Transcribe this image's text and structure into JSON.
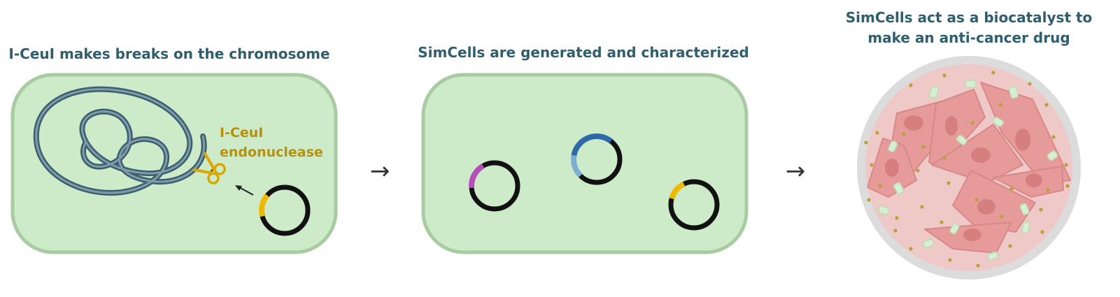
{
  "panels": [
    {
      "title": "I-CeuI makes breaks on the chromosome",
      "enzyme_label_line1": "I-CeuI",
      "enzyme_label_line2": "endonuclease"
    },
    {
      "title": "SimCells are generated and characterized"
    },
    {
      "title_line1": "SimCells act as a biocatalyst to",
      "title_line2": "make an anti-cancer drug"
    }
  ],
  "arrows": {
    "glyph": "→"
  },
  "colors": {
    "cell_fill": "#cdebc9",
    "cell_border": "#a8cba2",
    "chromosome": "#3d5e6e",
    "yellow_marker": "#f0b800",
    "magenta_marker": "#b64fba",
    "blue_marker": "#2f6aa8",
    "light_blue_marker": "#7faed4",
    "dish_rim": "#d9d9d9",
    "dish_fill": "#efc8c8",
    "cancer_cell": "#e79a9a",
    "drug_particle": "#b7a23a",
    "simcell_capsule": "#d7eed2"
  },
  "icons": {
    "scissors": "scissors-icon",
    "plasmid": "plasmid-icon",
    "petri_dish": "petri-dish-icon"
  }
}
